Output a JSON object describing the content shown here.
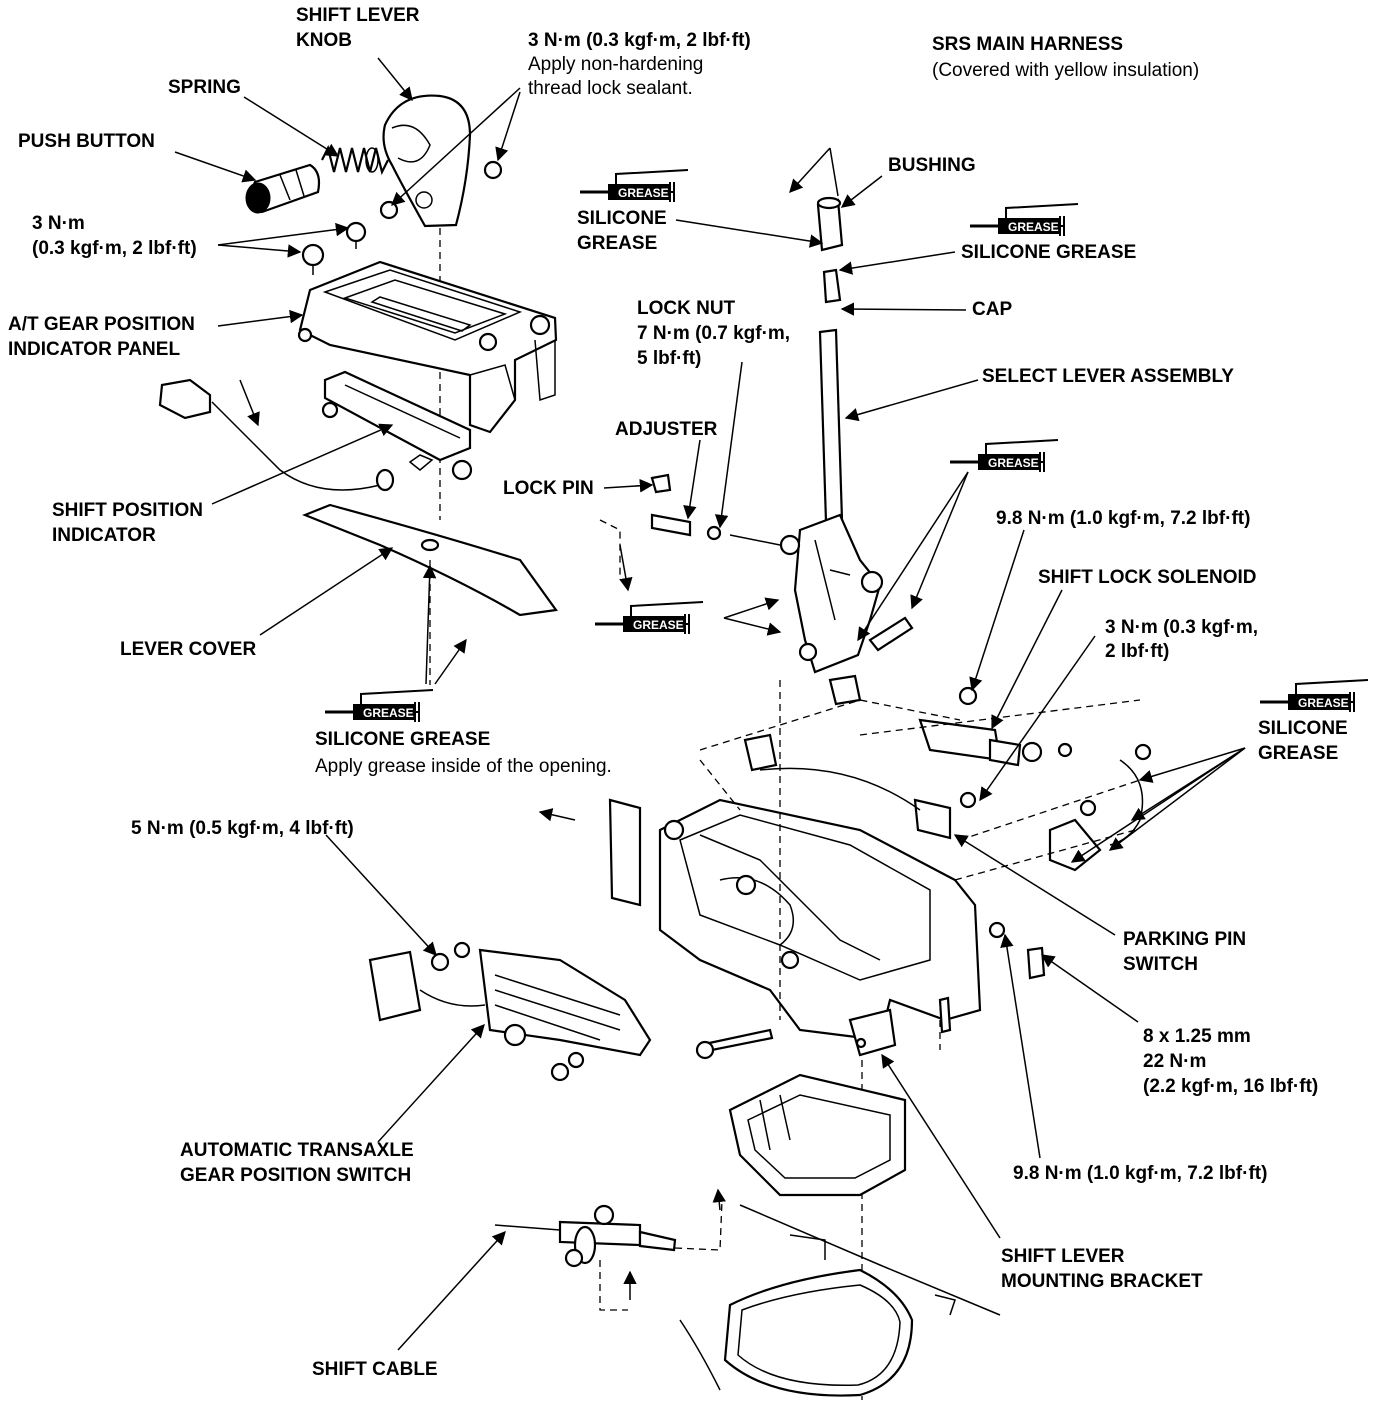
{
  "labels": {
    "shift_lever_knob": [
      "SHIFT LEVER",
      "KNOB"
    ],
    "spring": "SPRING",
    "push_button": "PUSH BUTTON",
    "torque_knob": [
      "3 N·m (0.3 kgf·m, 2 lbf·ft)",
      "Apply non-hardening",
      "thread lock sealant."
    ],
    "torque_panel": [
      "3 N·m",
      "(0.3 kgf·m, 2 lbf·ft)"
    ],
    "indicator_panel": [
      "A/T GEAR POSITION",
      "INDICATOR PANEL"
    ],
    "shift_position_indicator": [
      "SHIFT POSITION",
      "INDICATOR"
    ],
    "lever_cover": "LEVER COVER",
    "silicone_grease_opening": [
      "SILICONE GREASE",
      "Apply grease inside of the opening."
    ],
    "torque_switch": "5 N·m (0.5 kgf·m, 4 lbf·ft)",
    "gear_position_switch": [
      "AUTOMATIC TRANSAXLE",
      "GEAR POSITION SWITCH"
    ],
    "shift_cable": "SHIFT CABLE",
    "srs_harness": [
      "SRS MAIN HARNESS",
      "(Covered with yellow insulation)"
    ],
    "bushing": "BUSHING",
    "silicone_grease_left": [
      "SILICONE",
      "GREASE"
    ],
    "silicone_grease_cap": "SILICONE GREASE",
    "cap": "CAP",
    "lock_nut": [
      "LOCK NUT",
      "7 N·m (0.7 kgf·m,",
      "5 lbf·ft)"
    ],
    "select_lever_assembly": "SELECT LEVER ASSEMBLY",
    "adjuster": "ADJUSTER",
    "lock_pin": "LOCK PIN",
    "torque_solenoid": "9.8 N·m (1.0 kgf·m, 7.2 lbf·ft)",
    "shift_lock_solenoid": "SHIFT LOCK SOLENOID",
    "torque_small": [
      "3 N·m (0.3 kgf·m,",
      "2 lbf·ft)"
    ],
    "silicone_grease_right": [
      "SILICONE",
      "GREASE"
    ],
    "parking_pin_switch": [
      "PARKING PIN",
      "SWITCH"
    ],
    "bolt_spec": [
      "8 x 1.25 mm",
      "22 N·m",
      "(2.2 kgf·m, 16 lbf·ft)"
    ],
    "torque_bracket": "9.8 N·m (1.0 kgf·m, 7.2 lbf·ft)",
    "mounting_bracket": [
      "SHIFT LEVER",
      "MOUNTING BRACKET"
    ]
  },
  "grease_tag": "GREASE"
}
